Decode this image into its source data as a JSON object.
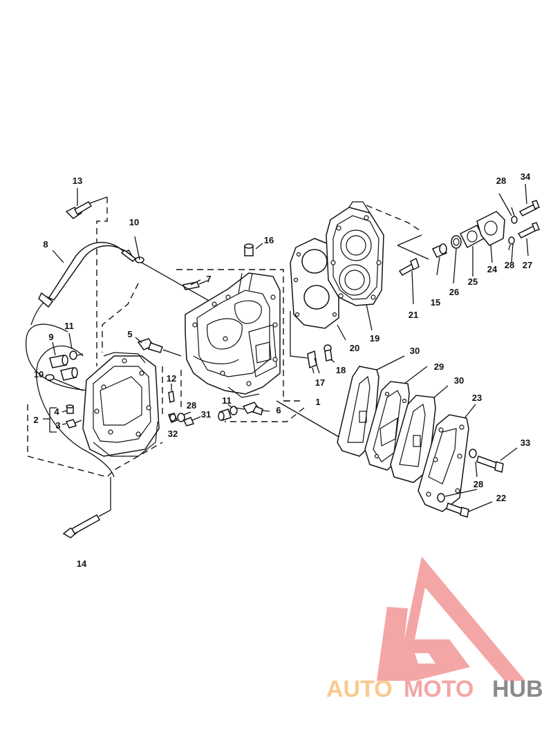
{
  "callouts": [
    {
      "id": "p13",
      "label": "13"
    },
    {
      "id": "p10a",
      "label": "10"
    },
    {
      "id": "p8",
      "label": "8"
    },
    {
      "id": "p7",
      "label": "7"
    },
    {
      "id": "p16",
      "label": "16"
    },
    {
      "id": "p11a",
      "label": "11"
    },
    {
      "id": "p9",
      "label": "9"
    },
    {
      "id": "p5",
      "label": "5"
    },
    {
      "id": "p10b",
      "label": "10"
    },
    {
      "id": "p12",
      "label": "12"
    },
    {
      "id": "p4",
      "label": "4"
    },
    {
      "id": "p2",
      "label": "2"
    },
    {
      "id": "p3",
      "label": "3"
    },
    {
      "id": "p28a",
      "label": "28"
    },
    {
      "id": "p31",
      "label": "31"
    },
    {
      "id": "p11b",
      "label": "11"
    },
    {
      "id": "p6",
      "label": "6"
    },
    {
      "id": "p1",
      "label": "1"
    },
    {
      "id": "p32",
      "label": "32"
    },
    {
      "id": "p14",
      "label": "14"
    },
    {
      "id": "p17",
      "label": "17"
    },
    {
      "id": "p18",
      "label": "18"
    },
    {
      "id": "p20",
      "label": "20"
    },
    {
      "id": "p19",
      "label": "19"
    },
    {
      "id": "p21",
      "label": "21"
    },
    {
      "id": "p15",
      "label": "15"
    },
    {
      "id": "p26",
      "label": "26"
    },
    {
      "id": "p25",
      "label": "25"
    },
    {
      "id": "p24",
      "label": "24"
    },
    {
      "id": "p28b",
      "label": "28"
    },
    {
      "id": "p34",
      "label": "34"
    },
    {
      "id": "p28c",
      "label": "28"
    },
    {
      "id": "p27",
      "label": "27"
    },
    {
      "id": "p30a",
      "label": "30"
    },
    {
      "id": "p29",
      "label": "29"
    },
    {
      "id": "p30b",
      "label": "30"
    },
    {
      "id": "p23",
      "label": "23"
    },
    {
      "id": "p33",
      "label": "33"
    },
    {
      "id": "p28d",
      "label": "28"
    },
    {
      "id": "p22",
      "label": "22"
    }
  ],
  "watermark": {
    "word1": "AUTO",
    "word2": "MOTO",
    "word3": "HUB",
    "color_primary": "#f4a6a6",
    "color_secondary": "#f9c98f",
    "color_dark": "#8a8a8a"
  }
}
